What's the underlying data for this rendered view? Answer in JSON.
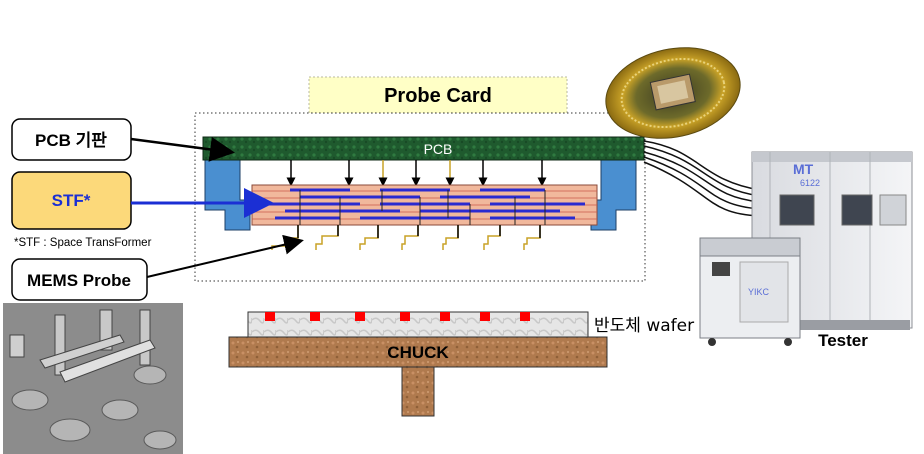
{
  "labels": {
    "probe_card": "Probe Card",
    "pcb_inner": "PCB",
    "pcb_board": "PCB 기판",
    "stf": "STF*",
    "stf_note": "*STF : Space TransFormer",
    "mems_probe": "MEMS Probe",
    "chuck": "CHUCK",
    "wafer": "반도체 wafer",
    "tester": "Tester",
    "tester_brand": "MT",
    "tester_model": "6122",
    "loader_brand": "YIKC"
  },
  "colors": {
    "pcb_green": "#1f5a2e",
    "stf_fill": "#f1b89c",
    "stf_box": "#fcd97a",
    "probe_card_box": "#ffffc6",
    "side_blue": "#4a8fd0",
    "arrow_blue": "#1b2fd4",
    "chuck_brown": "#b07a4e",
    "pad_red": "#ff0000",
    "probe_gold": "#c9a227"
  },
  "icons": [
    "probe-card-photo-icon",
    "tester-machine-icon",
    "mems-probe-sem-image"
  ]
}
